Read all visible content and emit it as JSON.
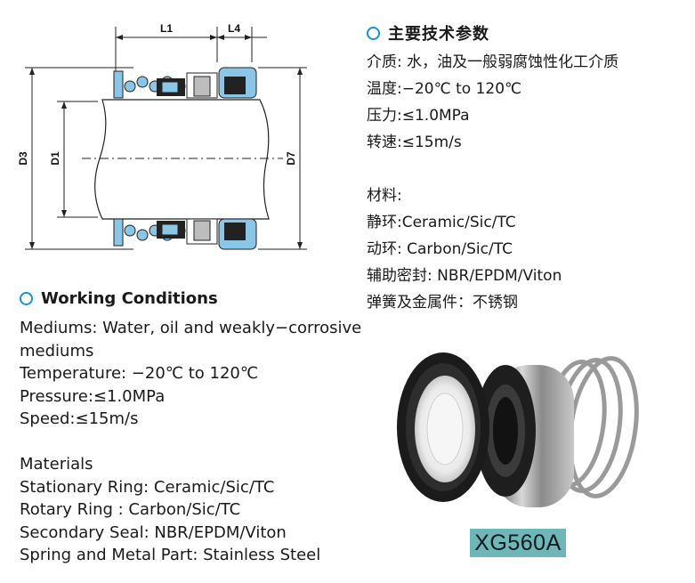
{
  "diagram": {
    "labels": {
      "l1": "L1",
      "l4": "L4",
      "d3": "D3",
      "d1": "D1",
      "d7": "D7"
    }
  },
  "cn": {
    "heading": "主要技术参数",
    "lines": [
      "介质: 水，油及一般弱腐蚀性化工介质",
      "温度:−20℃ to 120℃",
      "压力:≤1.0MPa",
      "转速:≤15m/s",
      "",
      "材料:",
      "静环:Ceramic/Sic/TC",
      "动环: Carbon/Sic/TC",
      "辅助密封: NBR/EPDM/Viton",
      "弹簧及金属件：不锈钢"
    ]
  },
  "en": {
    "heading": "Working Conditions",
    "lines": [
      "Mediums: Water, oil and weakly−corrosive",
      "mediums",
      "Temperature: −20℃ to 120℃",
      "Pressure:≤1.0MPa",
      "Speed:≤15m/s",
      "",
      "Materials",
      "Stationary Ring: Ceramic/Sic/TC",
      "Rotary Ring : Carbon/Sic/TC",
      "Secondary Seal: NBR/EPDM/Viton",
      "Spring and Metal Part: Stainless Steel"
    ]
  },
  "product": {
    "model": "XG560A"
  },
  "colors": {
    "accent": "#1e8fd6",
    "seal_blue": "#8cc6e6",
    "badge": "#6fb6b8"
  }
}
